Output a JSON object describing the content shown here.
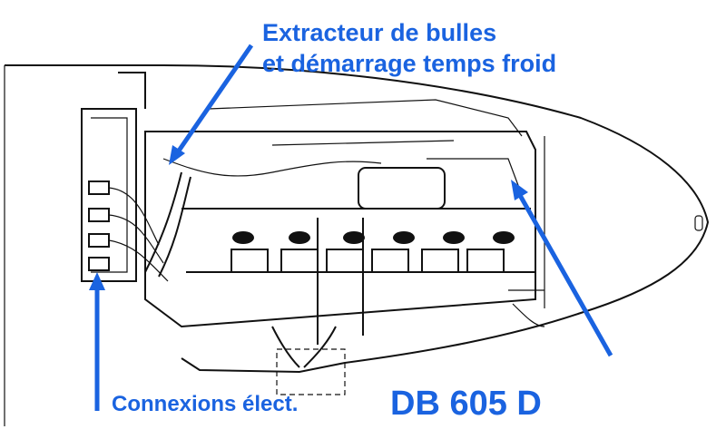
{
  "annotations": {
    "bubble_extractor": {
      "line1": "Extracteur de bulles",
      "line2": "et démarrage temps froid"
    },
    "electrical": "Connexions élect.",
    "engine": "DB 605 D"
  },
  "colors": {
    "annotation": "#1a63e0",
    "ink": "#111111",
    "background": "#ffffff"
  },
  "icons": [
    "arrow-icon"
  ]
}
